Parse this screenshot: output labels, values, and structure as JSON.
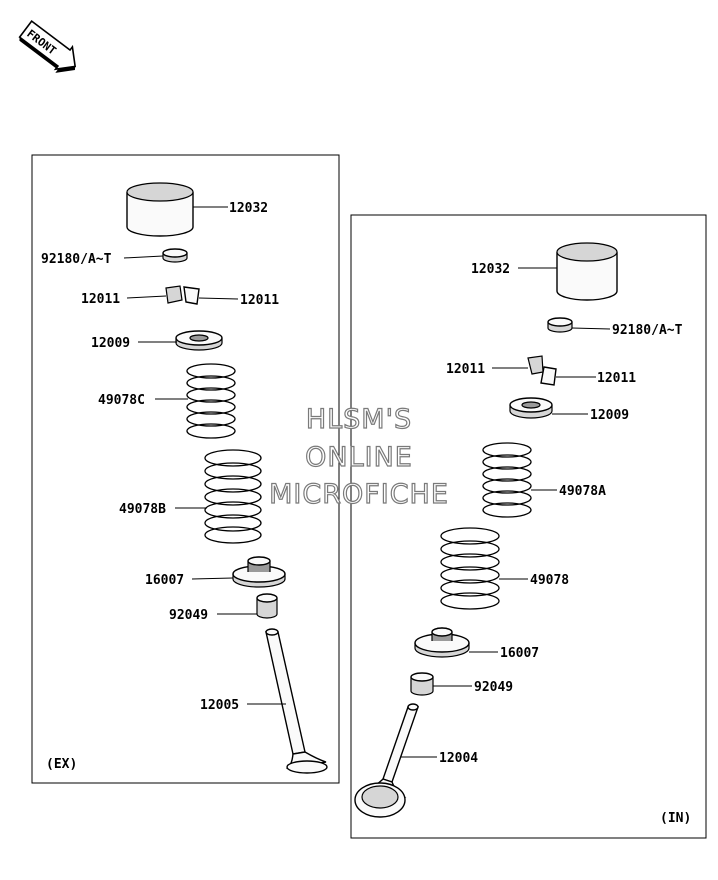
{
  "orientation_badge": {
    "text": "FRONT"
  },
  "watermark": {
    "line1": "HLSM'S",
    "line2": "ONLINE",
    "line3": "MICROFICHE"
  },
  "exhaust_panel": {
    "tag": "(EX)",
    "labels": {
      "tappet": "12032",
      "shim": "92180/A~T",
      "keeper_left": "12011",
      "keeper_right": "12011",
      "retainer": "12009",
      "spring_inner": "49078C",
      "spring_outer": "49078B",
      "spring_seat": "16007",
      "oil_seal": "92049",
      "valve": "12005"
    }
  },
  "intake_panel": {
    "tag": "(IN)",
    "labels": {
      "tappet": "12032",
      "shim": "92180/A~T",
      "keeper_left": "12011",
      "keeper_right": "12011",
      "retainer": "12009",
      "spring_inner": "49078A",
      "spring_outer": "49078",
      "spring_seat": "16007",
      "oil_seal": "92049",
      "valve": "12004"
    }
  }
}
